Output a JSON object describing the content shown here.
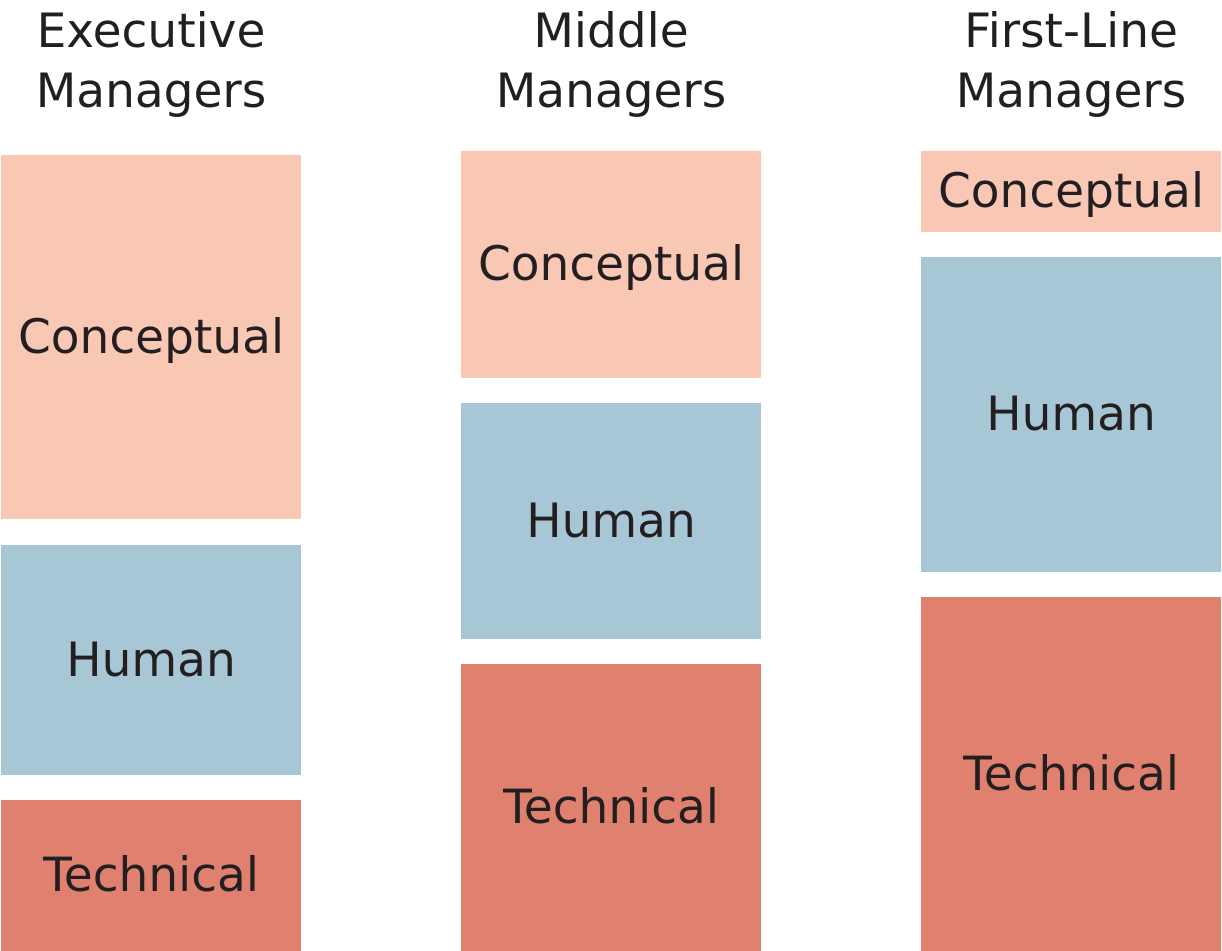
{
  "colors": {
    "conceptual": "#f8c8b4",
    "human": "#a7c6d6",
    "technical": "#e08170",
    "text": "#231f20"
  },
  "columns": [
    {
      "title": "Executive\nManagers",
      "blocks": [
        {
          "label": "Conceptual",
          "kind": "conceptual"
        },
        {
          "label": "Human",
          "kind": "human"
        },
        {
          "label": "Technical",
          "kind": "technical"
        }
      ]
    },
    {
      "title": "Middle\nManagers",
      "blocks": [
        {
          "label": "Conceptual",
          "kind": "conceptual"
        },
        {
          "label": "Human",
          "kind": "human"
        },
        {
          "label": "Technical",
          "kind": "technical"
        }
      ]
    },
    {
      "title": "First-Line\nManagers",
      "blocks": [
        {
          "label": "Conceptual",
          "kind": "conceptual"
        },
        {
          "label": "Human",
          "kind": "human"
        },
        {
          "label": "Technical",
          "kind": "technical"
        }
      ]
    }
  ]
}
